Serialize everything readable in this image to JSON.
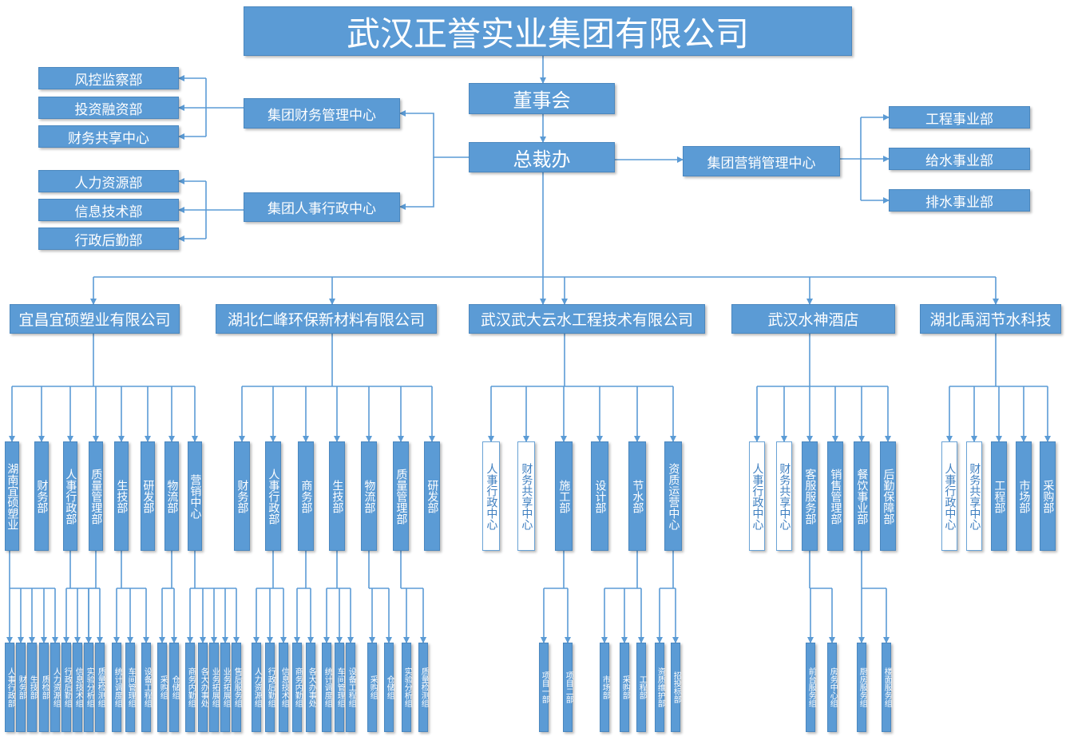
{
  "colors": {
    "box": "#5b9bd5",
    "border": "#4a87bf",
    "line": "#5b9bd5",
    "text": "#ffffff",
    "light_text": "#3f7fc0"
  },
  "title": "武汉正誉实业集团有限公司",
  "board": "董事会",
  "ceo_office": "总裁办",
  "finance_center": {
    "label": "集团财务管理中心",
    "departments": [
      "风控监察部",
      "投资融资部",
      "财务共享中心"
    ]
  },
  "hr_center": {
    "label": "集团人事行政中心",
    "departments": [
      "人力资源部",
      "信息技术部",
      "行政后勤部"
    ]
  },
  "marketing_center": {
    "label": "集团营销管理中心",
    "departments": [
      "工程事业部",
      "给水事业部",
      "排水事业部"
    ]
  },
  "subsidiaries": [
    {
      "name": "宜昌宜硕塑业有限公司",
      "departments": [
        "湖南宜硕塑业",
        "财务部",
        "人事行政部",
        "质量管理部",
        "生技部",
        "研发部",
        "物流部",
        "营销中心"
      ],
      "groups": [
        "人事行政部",
        "财务部",
        "生技部",
        "质检部",
        "人力资源组",
        "行政后勤组",
        "信息技术组",
        "实验分析组",
        "质量检测组",
        "统计调度组",
        "车间管理组",
        "设备工程组",
        "采购组",
        "仓储组",
        "商务内勤组",
        "各大办事处",
        "业务拓展组",
        "业务拓展组",
        "售后服务组"
      ]
    },
    {
      "name": "湖北仁峰环保新材料有限公司",
      "departments": [
        "财务部",
        "人事行政部",
        "商务部",
        "生技部",
        "物流部",
        "质量管理部",
        "研发部"
      ],
      "groups": [
        "人力资源组",
        "行政后勤组",
        "信息技术组",
        "商务内勤组",
        "各大办事处",
        "统计调度组",
        "车间管理组",
        "设备工程组",
        "采购组",
        "仓储组",
        "实验分析组",
        "质量检测组"
      ]
    },
    {
      "name": "武汉武大云水工程技术有限公司",
      "departments": [
        "人事行政中心",
        "财务共享中心",
        "施工部",
        "设计部",
        "节水部",
        "资质运营中心"
      ],
      "groups": [
        "项目一部",
        "项目二部",
        "市场部",
        "采购部",
        "工程部",
        "资质维护部",
        "招投标部"
      ]
    },
    {
      "name": "武汉水神酒店",
      "departments": [
        "人事行政中心",
        "财务共享中心",
        "客服服务部",
        "销售管理部",
        "餐饮事业部",
        "后勤保障部"
      ],
      "groups": [
        "前台服务组",
        "房务中心组",
        "厨房服务组",
        "楼面服务组"
      ]
    },
    {
      "name": "湖北禹润节水科技",
      "departments": [
        "人事行政中心",
        "财务共享中心",
        "工程部",
        "市场部",
        "采购部"
      ],
      "groups": []
    }
  ]
}
